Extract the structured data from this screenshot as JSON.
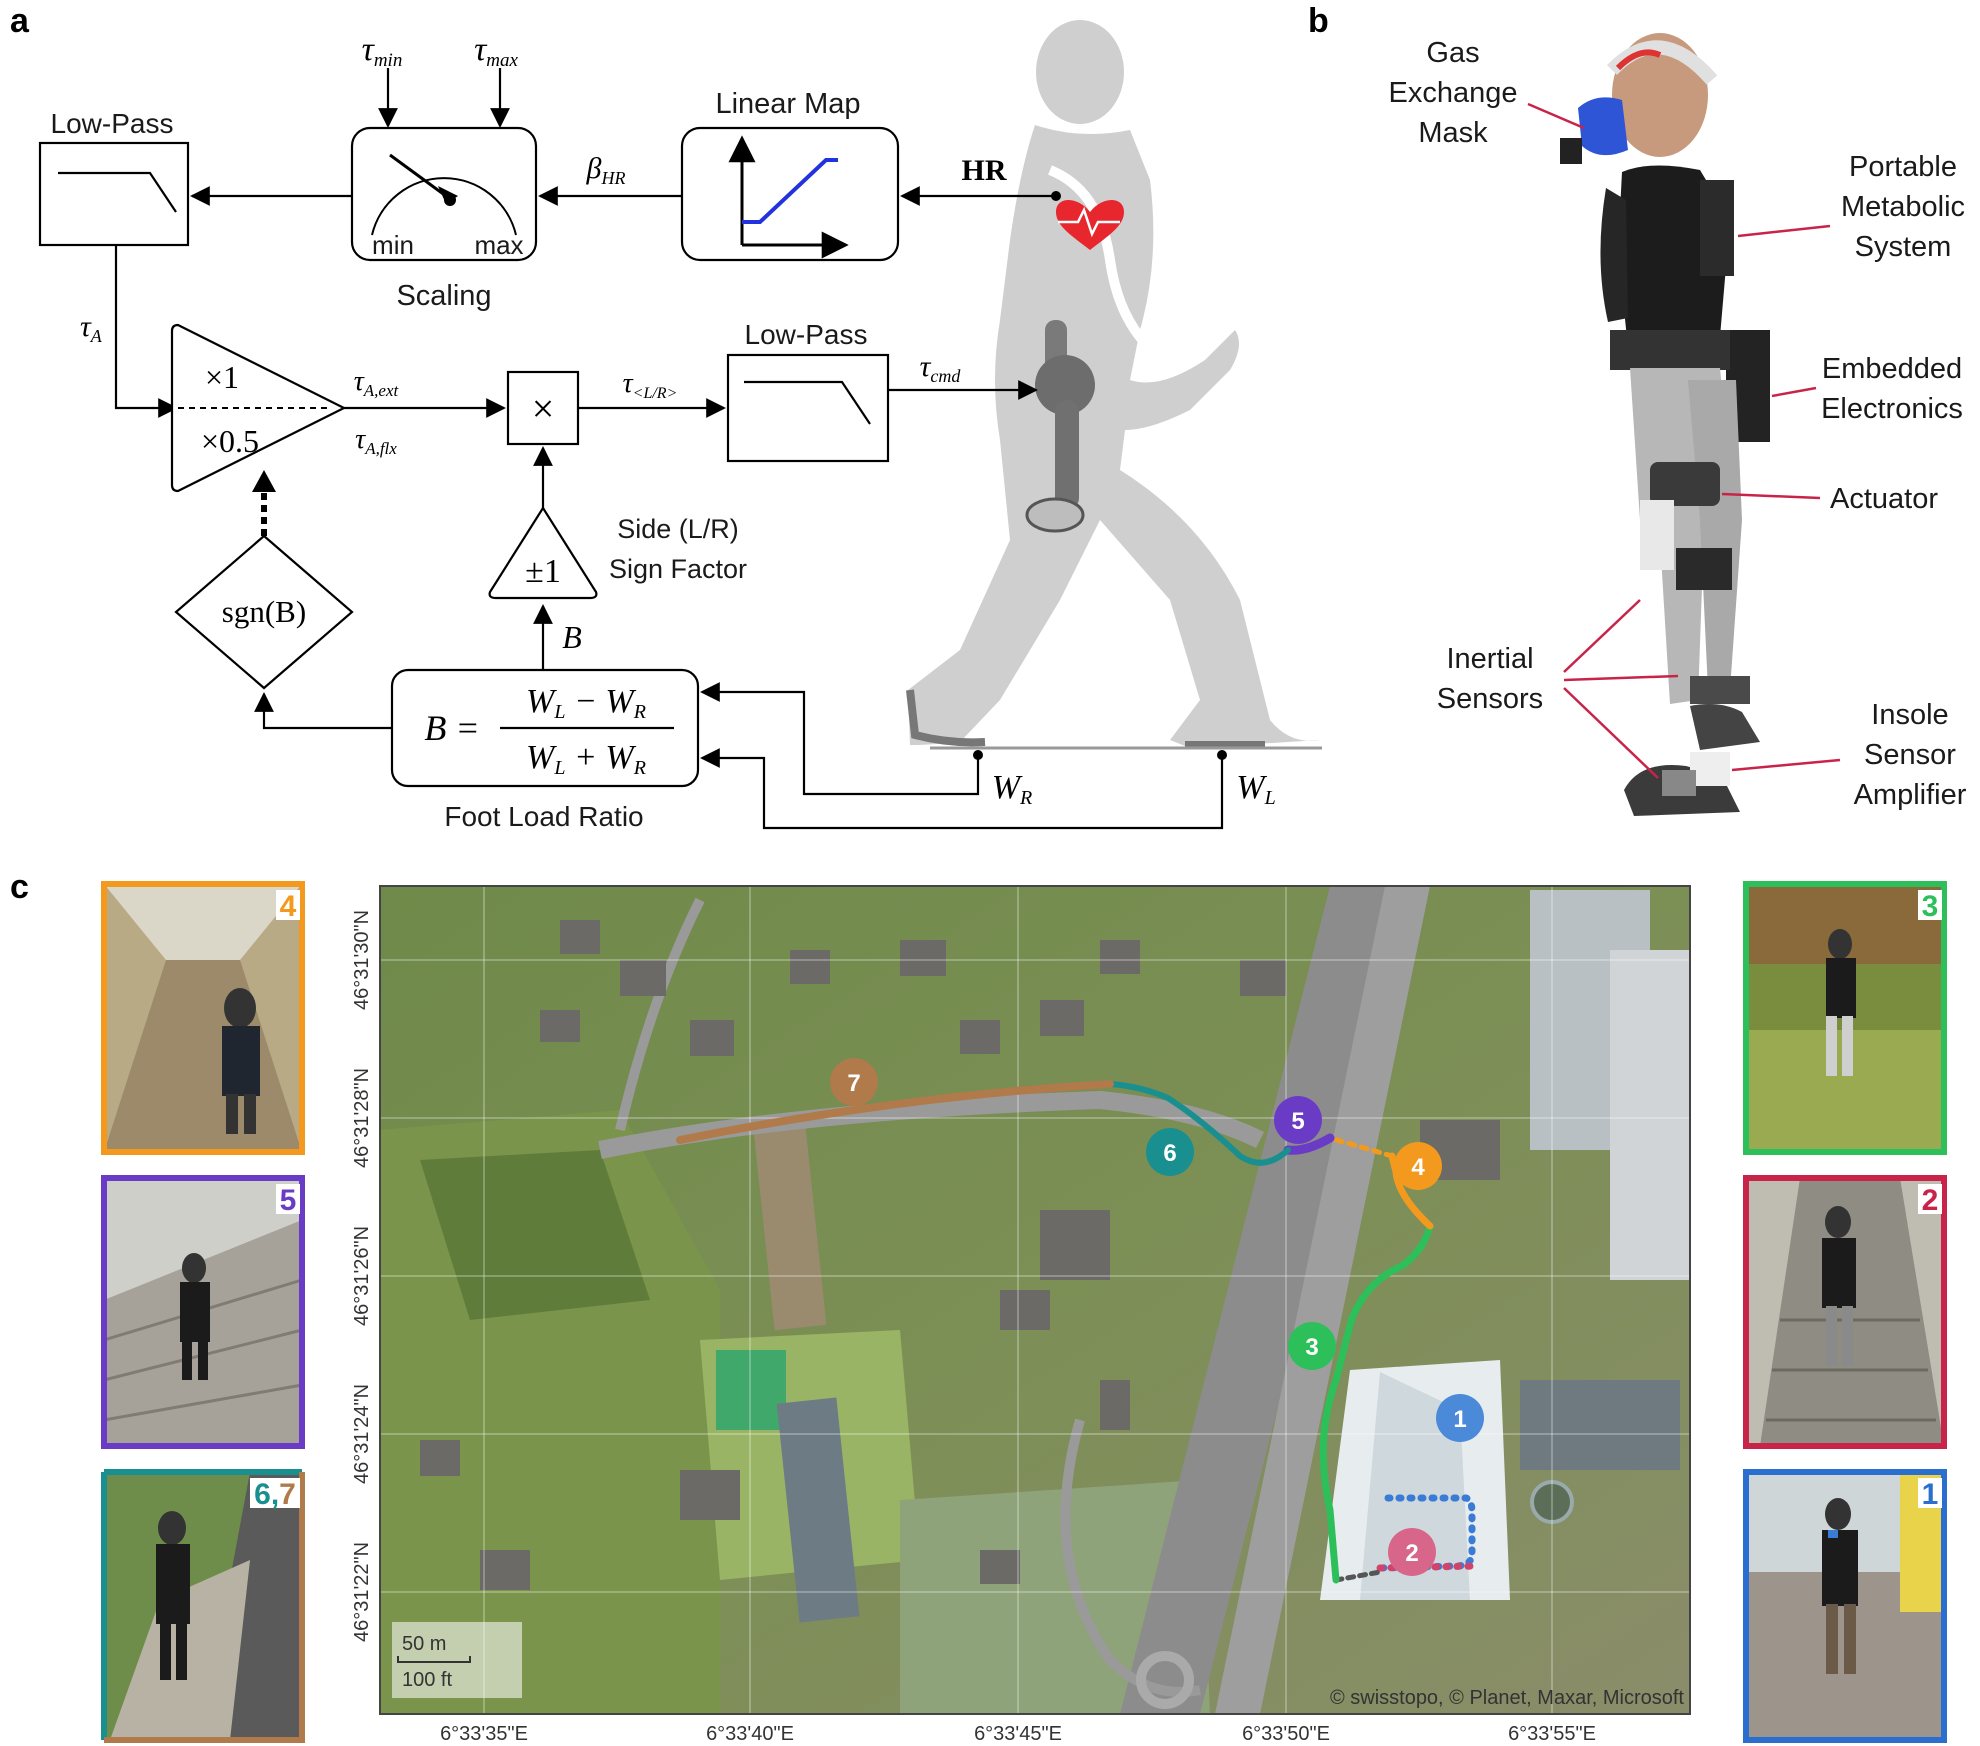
{
  "panels": {
    "a": "a",
    "b": "b",
    "c": "c"
  },
  "diagram_a": {
    "lowpass_top": "Low-Pass",
    "tau_min": "τ",
    "tau_min_sub": "min",
    "tau_max": "τ",
    "tau_max_sub": "max",
    "scaling_min": "min",
    "scaling_max": "max",
    "scaling": "Scaling",
    "linear_map": "Linear Map",
    "beta_hr": "β",
    "beta_hr_sub": "HR",
    "hr": "HR",
    "tau_a": "τ",
    "tau_a_sub": "A",
    "gain_x1": "×1",
    "gain_x05": "×0.5",
    "tau_a_ext": "τ",
    "tau_a_ext_sub": "A,ext",
    "tau_a_flx": "τ",
    "tau_a_flx_sub": "A,flx",
    "multiply": "×",
    "tau_lr": "τ",
    "tau_lr_sub": "<L/R>",
    "lowpass_mid": "Low-Pass",
    "tau_cmd": "τ",
    "tau_cmd_sub": "cmd",
    "sign_factor": "±1",
    "side_label_1": "Side (L/R)",
    "side_label_2": "Sign Factor",
    "sgn_b": "sgn(B)",
    "b_label": "B",
    "formula_lhs": "B =",
    "formula_num": "W",
    "formula_num_l": "L",
    "formula_minus": " − W",
    "formula_num_r": "R",
    "formula_den": "W",
    "formula_den_l": "L",
    "formula_plus": " + W",
    "formula_den_r": "R",
    "foot_load_ratio": "Foot Load Ratio",
    "w_r": "W",
    "w_r_sub": "R",
    "w_l": "W",
    "w_l_sub": "L"
  },
  "diagram_b": {
    "gas_1": "Gas",
    "gas_2": "Exchange",
    "gas_3": "Mask",
    "pm_1": "Portable",
    "pm_2": "Metabolic",
    "pm_3": "System",
    "ee_1": "Embedded",
    "ee_2": "Electronics",
    "actuator": "Actuator",
    "is_1": "Inertial",
    "is_2": "Sensors",
    "isa_1": "Insole",
    "isa_2": "Sensor",
    "isa_3": "Amplifier"
  },
  "map_c": {
    "lat_ticks": [
      "46°31'30\"N",
      "46°31'28\"N",
      "46°31'26\"N",
      "46°31'24\"N",
      "46°31'22\"N"
    ],
    "lon_ticks": [
      "6°33'35\"E",
      "6°33'40\"E",
      "6°33'45\"E",
      "6°33'50\"E",
      "6°33'55\"E"
    ],
    "scale_m": "50 m",
    "scale_ft": "100 ft",
    "attribution": "© swisstopo, © Planet, Maxar, Microsoft",
    "segments": [
      {
        "num": "1",
        "color": "#3a7bd5"
      },
      {
        "num": "2",
        "color": "#d0436a"
      },
      {
        "num": "3",
        "color": "#2dbf5a"
      },
      {
        "num": "4",
        "color": "#f39a1e"
      },
      {
        "num": "5",
        "color": "#6a3cc6"
      },
      {
        "num": "6",
        "color": "#1a8f8f"
      },
      {
        "num": "7",
        "color": "#b07a4a"
      }
    ],
    "thumbs": {
      "t4": "4",
      "t5": "5",
      "t67a": "6",
      "t67sep": ",",
      "t67b": "7",
      "t3": "3",
      "t2": "2",
      "t1": "1"
    }
  },
  "colors": {
    "heart": "#e8262d",
    "linear_map_line": "#2233dd",
    "orange": "#f39a1e",
    "purple": "#6a3cc6",
    "teal": "#1a8f8f",
    "brown": "#b07a4a",
    "green": "#2dbf5a",
    "crimson": "#c8244a",
    "blue": "#2a6fcf"
  }
}
